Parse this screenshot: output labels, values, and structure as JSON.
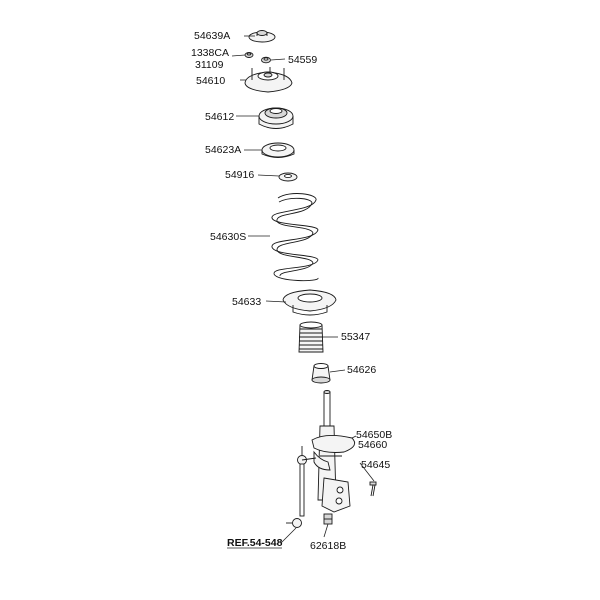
{
  "diagram": {
    "parts": [
      {
        "id": "p1",
        "label": "54639A"
      },
      {
        "id": "p2",
        "label": "1338CA"
      },
      {
        "id": "p3",
        "label": "31109"
      },
      {
        "id": "p4",
        "label": "54559"
      },
      {
        "id": "p5",
        "label": "54610"
      },
      {
        "id": "p6",
        "label": "54612"
      },
      {
        "id": "p7",
        "label": "54623A"
      },
      {
        "id": "p8",
        "label": "54916"
      },
      {
        "id": "p9",
        "label": "54630S"
      },
      {
        "id": "p10",
        "label": "54633"
      },
      {
        "id": "p11",
        "label": "55347"
      },
      {
        "id": "p12",
        "label": "54626"
      },
      {
        "id": "p13",
        "label": "54650B"
      },
      {
        "id": "p14",
        "label": "54660"
      },
      {
        "id": "p15",
        "label": "54645"
      },
      {
        "id": "p16",
        "label": "62618B"
      }
    ],
    "reference": "REF.54-548"
  }
}
